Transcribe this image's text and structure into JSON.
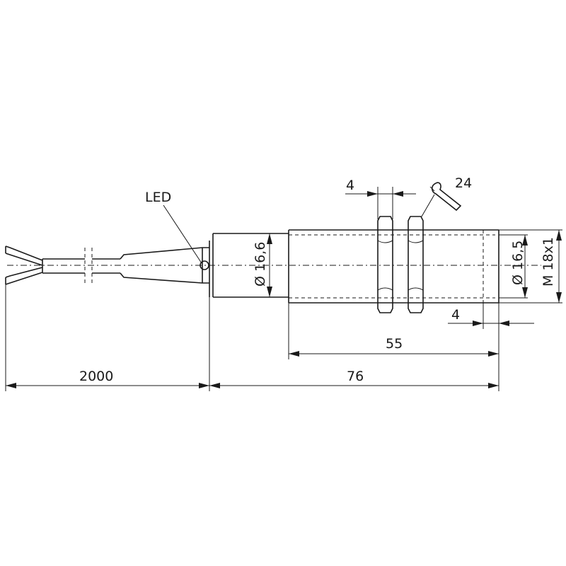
{
  "labels": {
    "led": "LED",
    "wrench_size": "24",
    "dim_cable_length": "2000",
    "dim_total_length": "76",
    "dim_thread_length": "55",
    "dim_nut_width": "4",
    "dim_tip_length": "4",
    "dim_body_diameter": "Ø 16,6",
    "dim_tip_diameter": "Ø 16,5",
    "dim_thread": "M 18x1"
  },
  "icons": {
    "wrench": "wrench-icon"
  }
}
